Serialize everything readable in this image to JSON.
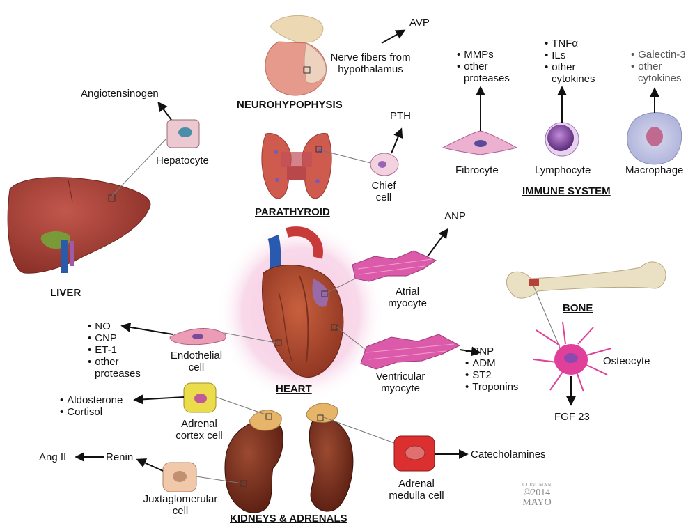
{
  "sections": {
    "neurohypophysis": "NEUROHYPOPHYSIS",
    "parathyroid": "PARATHYROID",
    "liver": "LIVER",
    "heart": "HEART",
    "immune": "IMMUNE SYSTEM",
    "bone": "BONE",
    "kidneys": "KIDNEYS & ADRENALS"
  },
  "labels": {
    "avp": "AVP",
    "nerve_fibers_1": "Nerve fibers from",
    "nerve_fibers_2": "hypothalamus",
    "pth": "PTH",
    "chief_1": "Chief",
    "chief_2": "cell",
    "angiotensinogen": "Angiotensinogen",
    "hepatocyte": "Hepatocyte",
    "anp": "ANP",
    "atrial_1": "Atrial",
    "atrial_2": "myocyte",
    "ventricular_1": "Ventricular",
    "ventricular_2": "myocyte",
    "endothelial_1": "Endothelial",
    "endothelial_2": "cell",
    "fibrocyte": "Fibrocyte",
    "lymphocyte": "Lymphocyte",
    "macrophage": "Macrophage",
    "osteocyte": "Osteocyte",
    "fgf23": "FGF 23",
    "adrenal_cortex_1": "Adrenal",
    "adrenal_cortex_2": "cortex cell",
    "adrenal_medulla_1": "Adrenal",
    "adrenal_medulla_2": "medulla cell",
    "catecholamines": "Catecholamines",
    "ang_ii": "Ang II",
    "renin": "Renin",
    "juxta_1": "Juxtaglomerular",
    "juxta_2": "cell"
  },
  "lists": {
    "fibrocyte": [
      "MMPs",
      "other",
      "proteases"
    ],
    "lymphocyte": [
      "TNFα",
      "ILs",
      "other",
      "cytokines"
    ],
    "macrophage": [
      "Galectin-3",
      "other",
      "cytokines"
    ],
    "endothelial": [
      "NO",
      "CNP",
      "ET-1",
      "other",
      "proteases"
    ],
    "ventricular": [
      "BNP",
      "ADM",
      "ST2",
      "Troponins"
    ],
    "adrenal_cortex": [
      "Aldosterone",
      "Cortisol"
    ]
  },
  "credit": {
    "name": "CLINGMAN",
    "year": "©2014",
    "org": "MAYO"
  },
  "colors": {
    "liver": "#a3403a",
    "heart": "#a8452f",
    "heart_glow": "#f3b6d6",
    "myocyte": "#d44aa0",
    "kidney": "#7a2e1e",
    "adrenal": "#e6b56a",
    "bone": "#eae0c4",
    "thyroid": "#c8554a",
    "arrow": "#111111"
  }
}
